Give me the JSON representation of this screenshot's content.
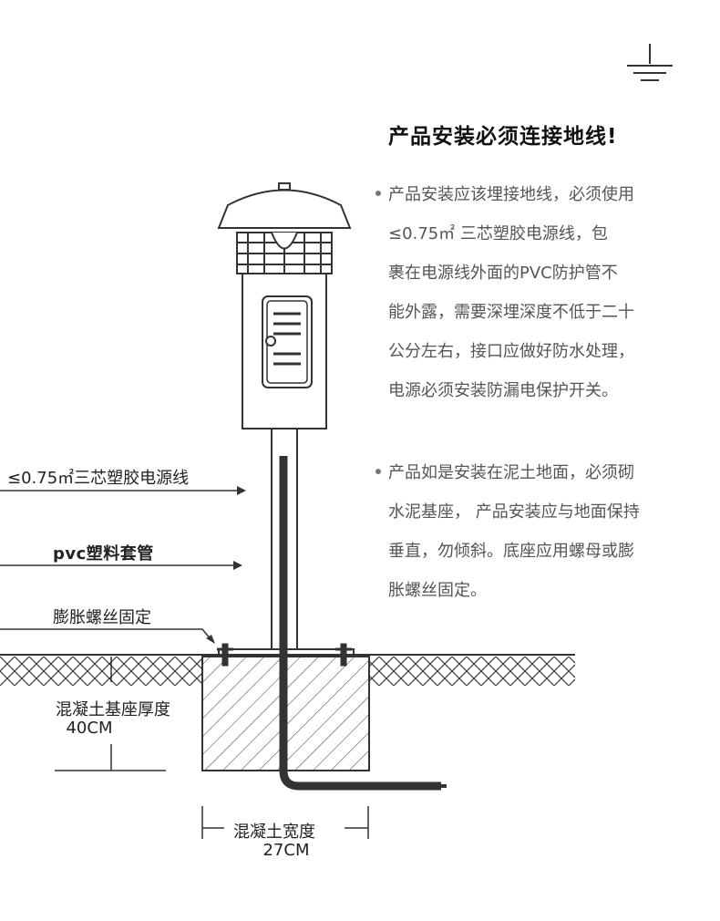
{
  "header": {
    "title": "产品安装必须连接地线!"
  },
  "notes": [
    {
      "lines": [
        "产品安装应该埋接地线，必须使用",
        "≤0.75㎡  三芯塑胶电源线，包",
        "裹在电源线外面的PVC防护管不",
        "能外露，需要深埋深度不低于二十",
        "公分左右，接口应做好防水处理，",
        "电源必须安装防漏电保护开关。"
      ]
    },
    {
      "lines": [
        "产品如是安装在泥土地面，必须砌",
        "水泥基座， 产品安装应与地面保持",
        "垂直，勿倾斜。底座应用螺母或膨",
        "胀螺丝固定。"
      ]
    }
  ],
  "labels": {
    "cable": "≤0.75㎡三芯塑胶电源线",
    "pvc": "pvc塑料套管",
    "screw": "膨胀螺丝固定",
    "thickness": "混凝土基座厚度",
    "thickness_value": "40CM",
    "width": "混凝土宽度",
    "width_value": "27CM"
  },
  "icons": {
    "ground": "ground-symbol-icon",
    "lamp": "lamp-post-illustration"
  },
  "colors": {
    "line": "#333333",
    "hatch": "#555555",
    "text_body": "#555555"
  }
}
